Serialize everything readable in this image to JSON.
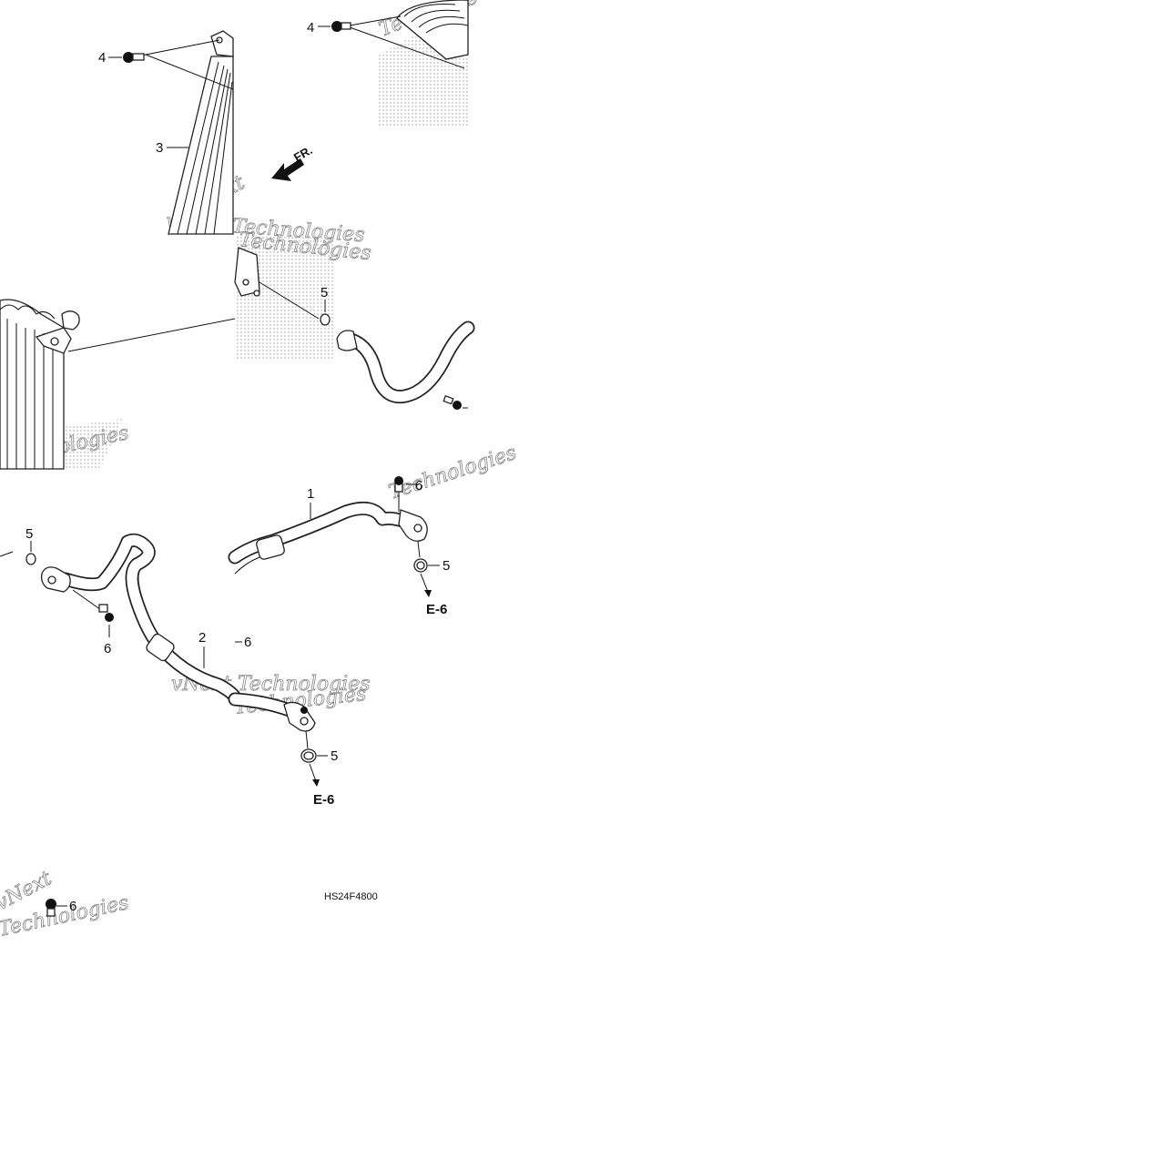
{
  "diagram": {
    "parts": {
      "oil_cooler": "3",
      "flange_bolt_upper_left": "4",
      "flange_bolt_upper_right": "4",
      "o_ring_upper": "5",
      "oil_hose_1": "1",
      "o_ring_hose1": "5",
      "bolt_hose1": "6",
      "o_ring_left": "5",
      "bolt_left": "6",
      "oil_hose_2": "2",
      "bolt_hose2": "6",
      "o_ring_hose2": "5",
      "bolt_bottom": "6"
    },
    "refs": {
      "ref_hose1": "E-6",
      "ref_hose2": "E-6"
    },
    "front_arrow": "FR.",
    "drawing_code": "HS24F4800",
    "watermarks": [
      "vNext Technologies",
      "Technologies",
      "vNext",
      "Technologies",
      "Technologies",
      "vNext",
      "vNext Technologies",
      "Technologies",
      "Technologies",
      "vNext",
      "Technologies"
    ],
    "icons": [
      "front-arrow-icon",
      "bolt-icon",
      "o-ring-icon"
    ]
  }
}
